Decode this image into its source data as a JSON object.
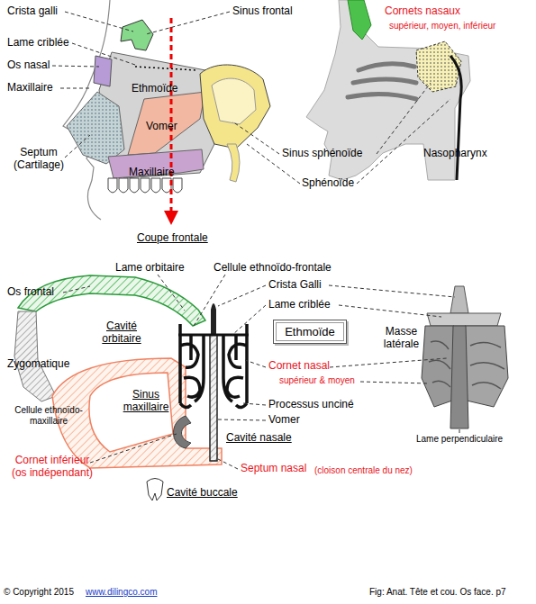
{
  "diagram": {
    "nodes": [
      {
        "text": [
          "Ethmoïde"
        ]
      }
    ],
    "labels": [
      "Crista galli",
      "Lame criblée",
      "Os nasal",
      "Maxillaire",
      "Ethmoïde",
      "Sinus frontal",
      "Cornets nasaux",
      "supérieur, moyen, inférieur",
      "Septum (Cartilage)",
      "Vomer",
      "Maxillaire",
      "Sinus sphénoïde",
      "Nasopharynx",
      "Sphénoïde",
      "Coupe frontale",
      "Lame orbitaire",
      "Cellule ethnoïdo-frontale",
      "Crista Galli",
      "Os frontal",
      "Lame criblée",
      "Cavité orbitaire",
      "Masse latérale",
      "Zygomatique",
      "Cornet nasal",
      "supérieur & moyen",
      "Sinus maxillaire",
      "Processus unciné",
      "Cellule ethnoïdo-maxillaire",
      "Vomer",
      "Cavité nasale",
      "Lame perpendiculaire",
      "Cornet inférieur (os indépendant)",
      "Septum nasal",
      "(cloison centrale du nez)",
      "Cavité buccale",
      "© Copyright 2015",
      "www.dilingco.com",
      "Fig: Anat. Tête et cou. Os face. p7"
    ]
  }
}
